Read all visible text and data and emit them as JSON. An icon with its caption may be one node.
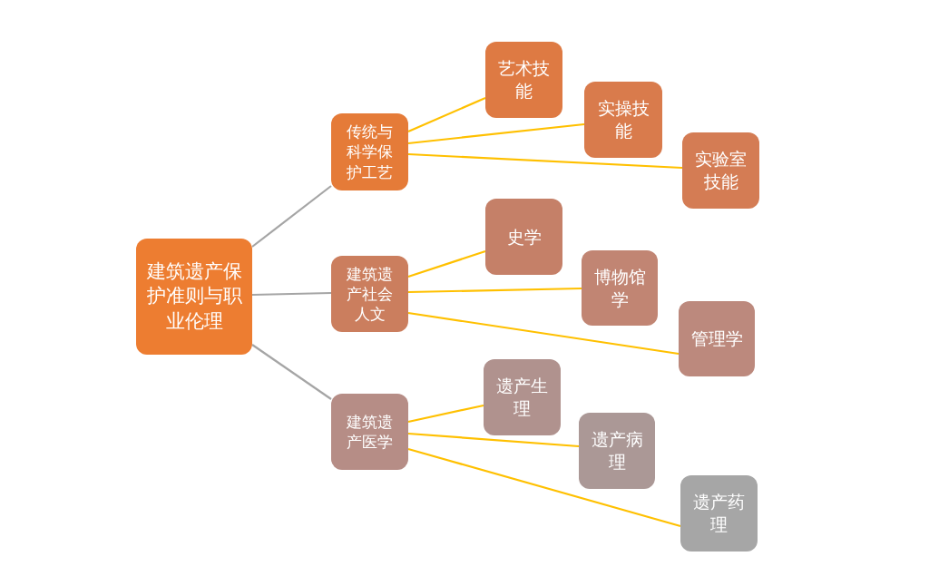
{
  "diagram": {
    "nodes": [
      {
        "text": [
          "建筑遗产保护准则与职业伦理"
        ]
      },
      {
        "text": [
          "传统与科学保护工艺"
        ]
      },
      {
        "text": [
          "艺术技能"
        ]
      },
      {
        "text": [
          "实操技能"
        ]
      },
      {
        "text": [
          "实验室技能"
        ]
      },
      {
        "text": [
          "建筑遗产社会人文"
        ]
      },
      {
        "text": [
          "史学"
        ]
      },
      {
        "text": [
          "博物馆学"
        ]
      },
      {
        "text": [
          "管理学"
        ]
      },
      {
        "text": [
          "建筑遗产医学"
        ]
      },
      {
        "text": [
          "遗产生理"
        ]
      },
      {
        "text": [
          "遗产病理"
        ]
      },
      {
        "text": [
          "遗产药理"
        ]
      }
    ],
    "edges": [
      {
        "from": 0,
        "to": 1,
        "arrow": "none",
        "color": "#a5a5a5"
      },
      {
        "from": 0,
        "to": 5,
        "arrow": "none",
        "color": "#a5a5a5"
      },
      {
        "from": 0,
        "to": 9,
        "arrow": "none",
        "color": "#a5a5a5"
      },
      {
        "from": 1,
        "to": 2,
        "arrow": "none"
      },
      {
        "from": 1,
        "to": 3,
        "arrow": "none"
      },
      {
        "from": 1,
        "to": 4,
        "arrow": "none"
      },
      {
        "from": 5,
        "to": 6,
        "arrow": "none"
      },
      {
        "from": 5,
        "to": 7,
        "arrow": "none"
      },
      {
        "from": 5,
        "to": 8,
        "arrow": "none"
      },
      {
        "from": 9,
        "to": 10,
        "arrow": "none"
      },
      {
        "from": 9,
        "to": 11,
        "arrow": "none"
      },
      {
        "from": 9,
        "to": 12,
        "arrow": "none"
      }
    ]
  }
}
